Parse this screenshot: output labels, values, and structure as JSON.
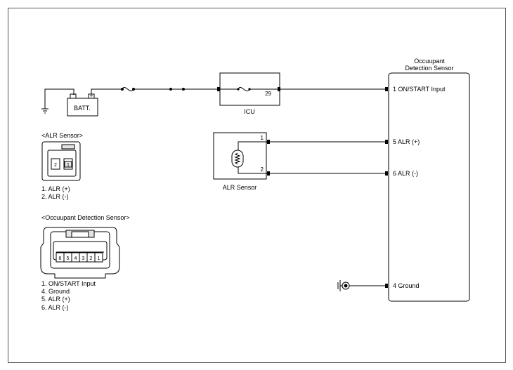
{
  "battery": {
    "label": "BATT."
  },
  "icu": {
    "label": "ICU",
    "pin": "29"
  },
  "alr_sensor": {
    "label": "ALR Sensor",
    "pin1": "1",
    "pin2": "2"
  },
  "ods": {
    "title_line1": "Occuupant",
    "title_line2": "Detection Sensor",
    "pins": [
      {
        "label": "1 ON/START Input"
      },
      {
        "label": "5 ALR (+)"
      },
      {
        "label": "6 ALR (-)"
      },
      {
        "label": "4 Ground"
      }
    ]
  },
  "alr_connector": {
    "title": "<ALR Sensor>",
    "pin_numbers": [
      "2",
      "1"
    ],
    "legend": [
      "1. ALR (+)",
      "2. ALR (-)"
    ]
  },
  "ods_connector": {
    "title": "<Occuupant Detection Sensor>",
    "pin_numbers": [
      "6",
      "5",
      "4",
      "3",
      "2",
      "1"
    ],
    "legend": [
      "1. ON/START Input",
      "4. Ground",
      "5. ALR (+)",
      "6. ALR (-)"
    ]
  }
}
